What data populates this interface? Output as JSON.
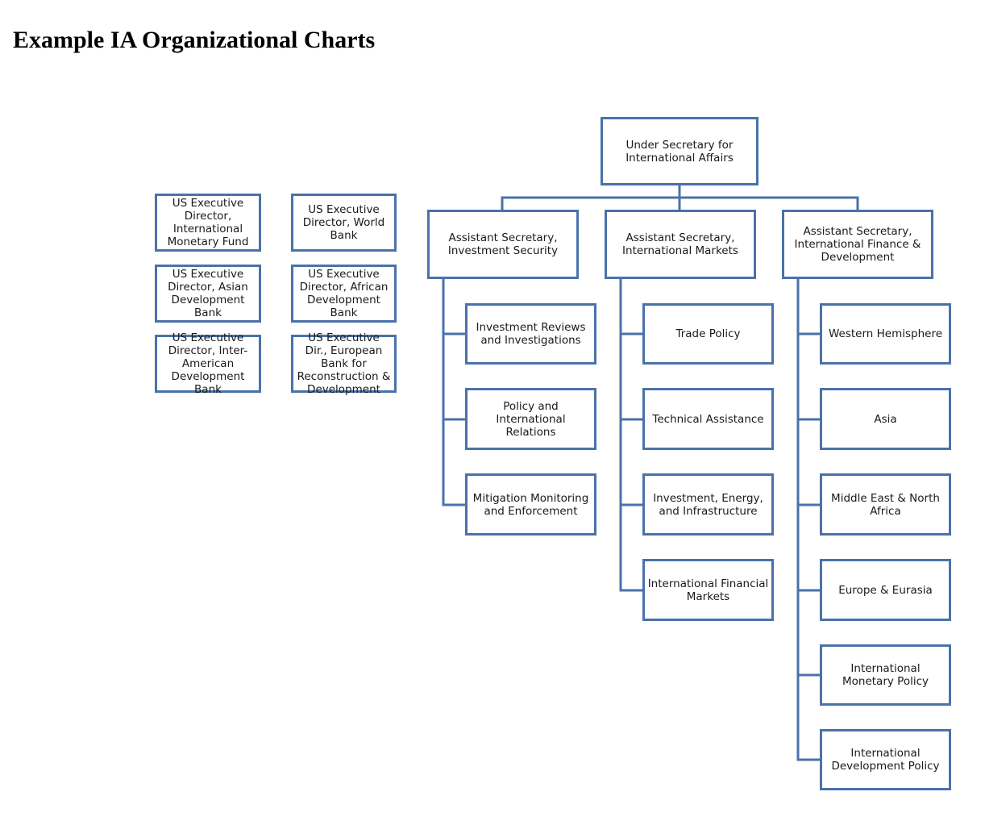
{
  "page_title": "Example IA Organizational Charts",
  "colors": {
    "box_border": "#4a72aa",
    "connector": "#4a72aa",
    "text": "#1a1a1a"
  },
  "executive_directors": [
    "US Executive Director, International Monetary Fund",
    "US Executive Director, World Bank",
    "US Executive Director, Asian Development Bank",
    "US Executive Director, African Development Bank",
    "US Executive Director, Inter-American Development Bank",
    "US Executive Dir., European Bank for Reconstruction & Development"
  ],
  "root": "Under Secretary for International Affairs",
  "branches": [
    {
      "head": "Assistant Secretary, Investment Security",
      "offices": [
        "Investment Reviews and Investigations",
        "Policy and International Relations",
        "Mitigation Monitoring and Enforcement"
      ]
    },
    {
      "head": "Assistant Secretary, International Markets",
      "offices": [
        "Trade Policy",
        "Technical Assistance",
        "Investment, Energy, and Infrastructure",
        "International Financial Markets"
      ]
    },
    {
      "head": "Assistant Secretary, International Finance & Development",
      "offices": [
        "Western Hemisphere",
        "Asia",
        "Middle East & North Africa",
        "Europe & Eurasia",
        "International Monetary Policy",
        "International Development Policy"
      ]
    }
  ]
}
